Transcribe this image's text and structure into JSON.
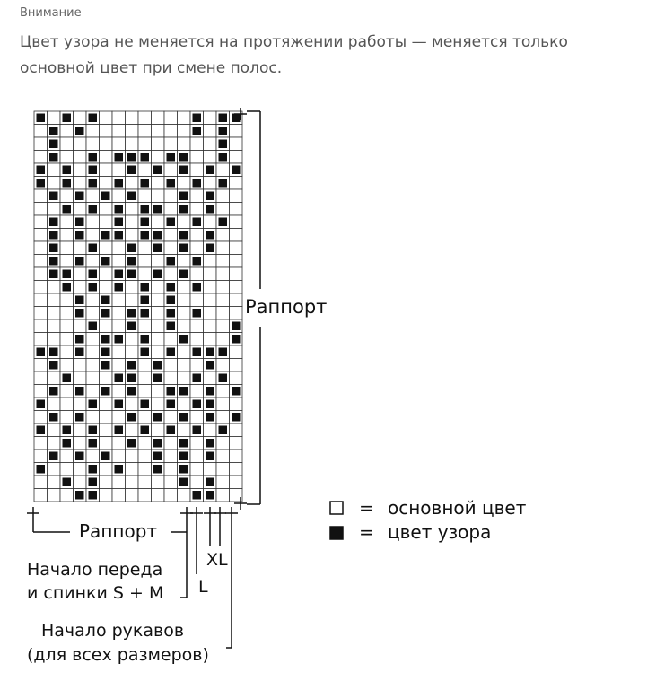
{
  "notice": {
    "label": "Внимание",
    "text": "Цвет узора не меняется на протяжении работы — меняется только основной цвет при смене полос."
  },
  "chart": {
    "rows": [
      "X.X.X.......X.XX",
      ".X.X........X.X.",
      ".X............X.",
      ".X..X.XXX.XX..X.",
      "X.X.X..X.X.X.X.X",
      "X.X.X.X.X.X.X.X.",
      ".X.X.X.X...X.X..",
      "..X.X.X.XX.X.X..",
      ".X.X..X.X.X.X.X.",
      ".X.X.XX.XX.X.X..",
      ".X..X..X.X.X.X..",
      ".X.X.X.X..X.X...",
      ".XX.X.XX.X.X....",
      "..X.X.X.X.X.X...",
      "...X.X..X.X.....",
      "...X.X.XX.X.X...",
      "....X..X..X....X",
      "...X.XX.X..X...X",
      "XX.X.X..X.X.XXX.",
      ".X...X.X.X...X..",
      "..X...XX.X..X.X.",
      ".X.X.X.X..XX.X.X",
      "X...X.X.X.X.XX..",
      ".X.X...X.X.X.X.X",
      "X.X.X.X.X.X.X.X.",
      "..X.X..X.X.X.X..",
      ".X.X.X...X.X.X..",
      "X...X.X..X.X....",
      "..X.X......X.X..",
      "...XX.......XX.."
    ],
    "height_label": "Раппорт",
    "width_label": "Раппорт",
    "label_xl": "XL",
    "label_l": "L",
    "label_front_line1": "Начало переда",
    "label_front_line2": "и спинки S + M",
    "label_sleeves_line1": "Начало рукавов",
    "label_sleeves_line2": "(для всех размеров)"
  },
  "legend": {
    "items": [
      {
        "symbol": "empty-square",
        "equals": "=",
        "label": "основной цвет"
      },
      {
        "symbol": "filled-square",
        "equals": "=",
        "label": "цвет узора"
      }
    ]
  }
}
